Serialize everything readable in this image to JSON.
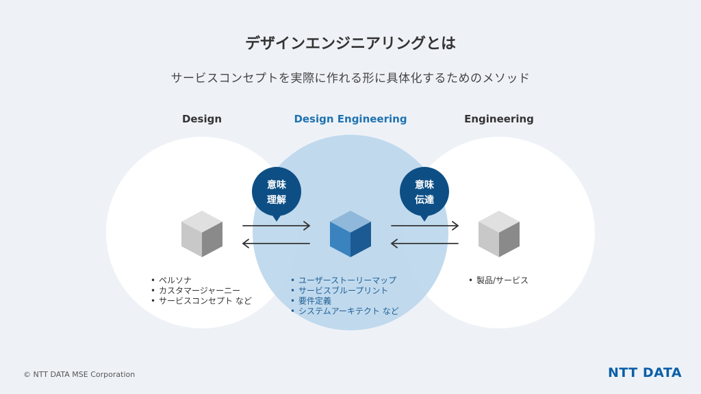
{
  "title": "デザインエンジニアリングとは",
  "subtitle": "サービスコンセプトを実際に作れる形に具体化するためのメソッド",
  "columns": {
    "design": "Design",
    "design_engineering": "Design Engineering",
    "engineering": "Engineering"
  },
  "bubbles": {
    "left": [
      "意味",
      "理解"
    ],
    "right": [
      "意味",
      "伝達"
    ]
  },
  "lists": {
    "design": [
      "ペルソナ",
      "カスタマージャーニー",
      "サービスコンセプト など"
    ],
    "design_engineering": [
      "ユーザーストーリーマップ",
      "サービスブループリント",
      "要件定義",
      "システムアーキテクト など"
    ],
    "engineering": [
      "製品/サービス"
    ]
  },
  "footer": "© NTT DATA MSE Corporation",
  "logo": "NTT DATA",
  "icons": [
    "cube-gray-icon",
    "cube-blue-icon",
    "arrow-right-icon",
    "arrow-left-icon",
    "speech-bubble-icon"
  ],
  "colors": {
    "background": "#eef2f7",
    "accent": "#1f72b0",
    "bubble": "#0d4f85",
    "center_circle": "#bcd7ec"
  }
}
